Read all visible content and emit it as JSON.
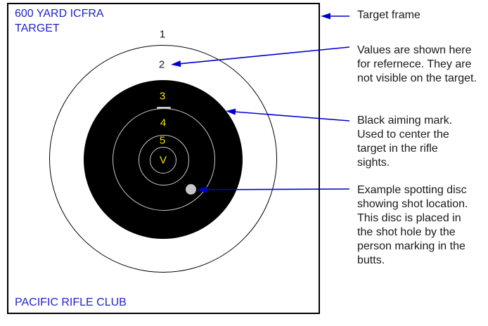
{
  "colors": {
    "frame_black": "#000000",
    "blue_text": "#2222cc",
    "arrow_blue": "#0000cc",
    "ring_value_yellow": "#f0e400",
    "aiming_mark_black": "#000000",
    "inner_ring_gray": "#c8c8c8",
    "spotting_disc_gray": "#c6c6c6"
  },
  "target": {
    "title_lines": [
      "600 YARD ICFRA",
      "TARGET"
    ],
    "club_name": "PACIFIC RIFLE CLUB",
    "ring_values": [
      "1",
      "2",
      "3",
      "4",
      "5",
      "V"
    ]
  },
  "annotations": {
    "target_frame": {
      "lines": [
        "Target frame"
      ]
    },
    "values_note": {
      "lines": [
        "Values are shown here",
        "for refernece.  They are",
        "not visible on the target."
      ]
    },
    "aiming_mark": {
      "lines": [
        "Black aiming mark.",
        "Used to center the",
        "target in the rifle",
        "sights."
      ]
    },
    "spotting_disc": {
      "lines": [
        "Example spotting disc",
        "showing shot location.",
        "This disc is placed in",
        "the shot hole by the",
        "person marking in the",
        "butts."
      ]
    }
  }
}
